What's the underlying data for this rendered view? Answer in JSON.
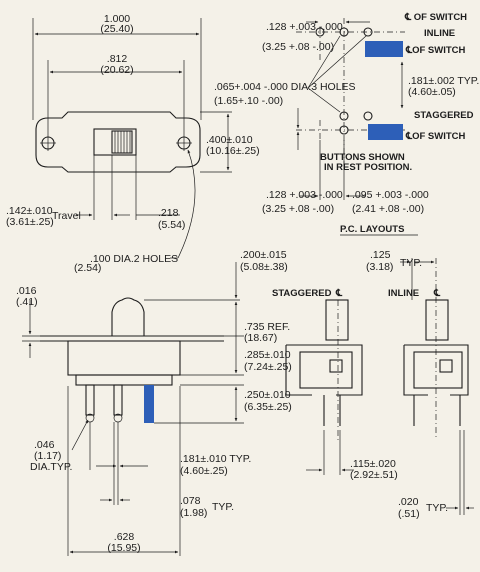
{
  "top_view": {
    "overall_width": "1.000",
    "overall_width_mm": "(25.40)",
    "hole_spacing": ".812",
    "hole_spacing_mm": "(20.62)",
    "height": ".400±.010",
    "height_mm": "(10.16±.25)",
    "travel": ".142±.010",
    "travel_mm": "(3.61±.25)",
    "travel_label": "Travel",
    "slot_width": ".218",
    "slot_width_mm": "(5.54)",
    "holes_callout": ".100 DIA.2 HOLES",
    "holes_callout_mm": "(2.54)"
  },
  "pc_layouts": {
    "title": "P.C. LAYOUTS",
    "inline_label": "INLINE",
    "staggered_label": "STAGGERED",
    "cl_switch_top": "℄ OF SWITCH",
    "cl_switch_inline": "℄OF SWITCH",
    "cl_switch_staggered": "℄OF SWITCH",
    "pitch_top": ".128 +.003 -.000",
    "pitch_top_mm": "(3.25 +.08 -.00)",
    "holes": ".065+.004 -.000 DIA.3 HOLES",
    "holes_mm": "(1.65+.10 -.00)",
    "spacing": ".181±.002 TYP.",
    "spacing_mm": "(4.60±.05)",
    "pitch_bottom": ".128 +.003 -.000",
    "pitch_bottom_mm": "(3.25 +.08 -.00)",
    "offset": ".095 +.003 -.000",
    "offset_mm": "(2.41 +.08 -.00)",
    "note_line1": "BUTTONS SHOWN",
    "note_line2": "IN REST POSITION."
  },
  "side_view": {
    "thickness": ".016",
    "thickness_mm": "(.41)",
    "actuator_top": ".200±.015",
    "actuator_top_mm": "(5.08±.38)",
    "ref_height": ".735 REF.",
    "ref_height_mm": "(18.67)",
    "body_height": ".285±.010",
    "body_height_mm": "(7.24±.25)",
    "pin_length": ".250±.010",
    "pin_length_mm": "(6.35±.25)",
    "pin_dia": ".046",
    "pin_dia_mm": "(1.17)",
    "pin_dia_note": "DIA.TYP.",
    "pin_pitch": ".181±.010 TYP.",
    "pin_pitch_mm": "(4.60±.25)",
    "pin_width": ".078",
    "pin_width_mm": "(1.98)",
    "pin_width_note": "TYP.",
    "base_width": ".628",
    "base_width_mm": "(15.95)"
  },
  "end_views": {
    "staggered_label": "STAGGERED",
    "inline_label": "INLINE",
    "cl": "℄",
    "pin_offset": ".125",
    "pin_offset_mm": "(3.18)",
    "pin_offset_note": "TYP.",
    "lead_gap": ".115±.020",
    "lead_gap_mm": "(2.92±.51)",
    "lead_thk": ".020",
    "lead_thk_mm": "(.51)",
    "lead_thk_note": "TYP."
  },
  "colors": {
    "ink": "#1d1d1d",
    "pad_blue": "#2d5fb8",
    "paper": "#f4f1e8"
  }
}
